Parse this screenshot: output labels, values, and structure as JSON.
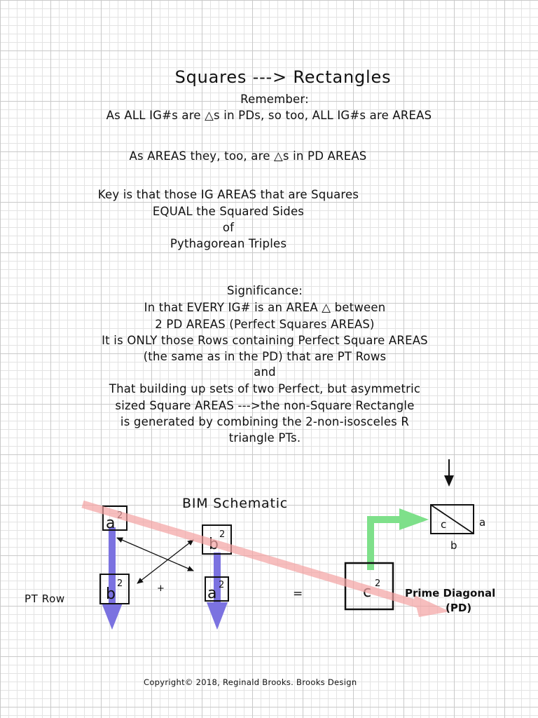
{
  "title": "Squares ---> Rectangles",
  "remember": {
    "heading": "Remember:",
    "line1": "As ALL IG#s are △s in PDs, so too, ALL IG#s are AREAS",
    "line2": "As AREAS they, too, are △s in PD AREAS"
  },
  "key": {
    "line1": "Key is that those IG AREAS that are Squares",
    "line2": "EQUAL the Squared Sides",
    "line3": "of",
    "line4": "Pythagorean Triples"
  },
  "significance": {
    "heading": "Significance:",
    "lines": [
      "In that EVERY IG# is an AREA △ between",
      "2 PD AREAS (Perfect Squares AREAS)",
      "It is ONLY those Rows containing Perfect Square AREAS",
      "(the same as in the PD) that are PT Rows",
      "and",
      "That building up sets of two Perfect, but asymmetric",
      "sized Square AREAS --->the non-Square Rectangle",
      "is generated by combining the 2-non-isosceles R",
      "triangle PTs."
    ]
  },
  "schematic": {
    "title": "BIM Schematic",
    "row_label": "PT Row",
    "plus": "+",
    "equals": "=",
    "boxes": {
      "left_top": {
        "base": "a",
        "exp": "2"
      },
      "left_bottom": {
        "base": "b",
        "exp": "2"
      },
      "right_top": {
        "base": "b",
        "exp": "2"
      },
      "right_bottom": {
        "base": "a",
        "exp": "2"
      },
      "result": {
        "base": "c",
        "exp": "2"
      }
    },
    "rectangle": {
      "diagonal": "c",
      "side_a": "a",
      "side_b": "b"
    },
    "diagonal_label_1": "Prime Diagonal",
    "diagonal_label_2": "(PD)",
    "colors": {
      "down_arrow": "#7b72e0",
      "diagonal_band": "#f4a3a3",
      "green_arrow": "#7ee08a"
    }
  },
  "copyright": "Copyright© 2018, Reginald Brooks. Brooks Design"
}
